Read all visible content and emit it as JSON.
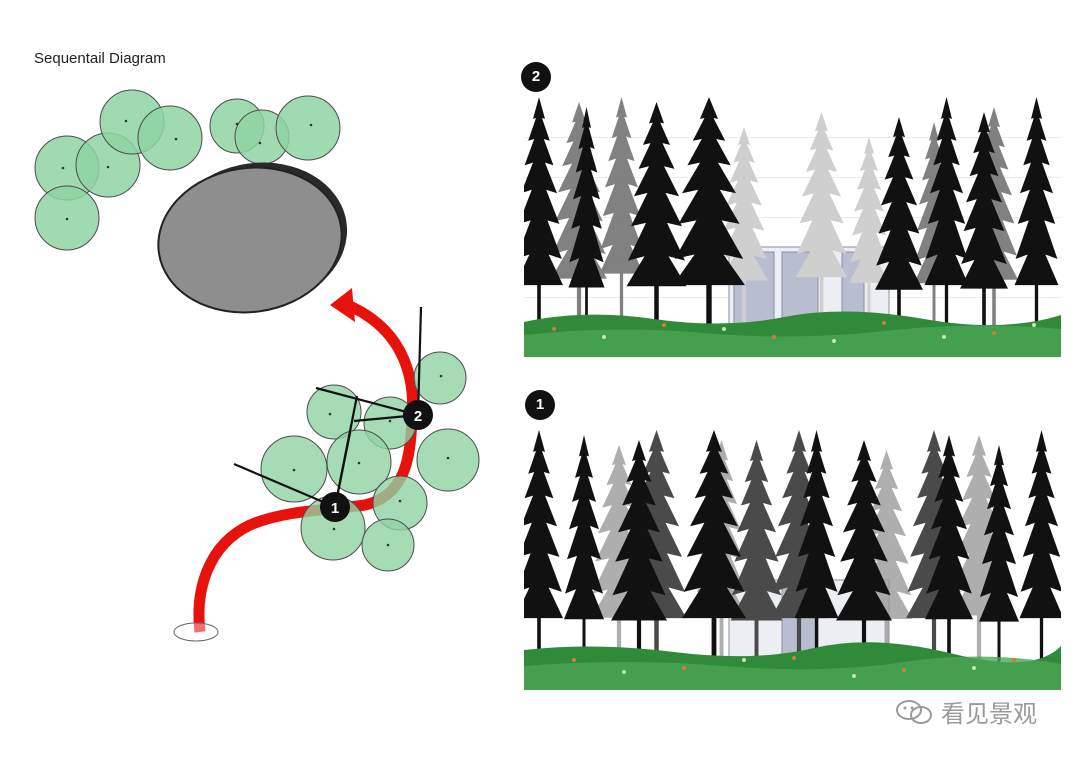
{
  "title": "Sequentail Diagram",
  "viewpoints": [
    {
      "id": "1",
      "label": "1"
    },
    {
      "id": "2",
      "label": "2"
    }
  ],
  "watermark": "看见景观",
  "icons": {
    "route_arrow": "red-route-arrow-icon",
    "wechat": "wechat-icon"
  },
  "colors": {
    "tree_canopy": "#8fd3a3",
    "route": "#e8120c",
    "boulder": "#8e8e8e",
    "foliage_dark": "#111111",
    "meadow": "#2f8a3a",
    "building": "#b8bdd0"
  }
}
